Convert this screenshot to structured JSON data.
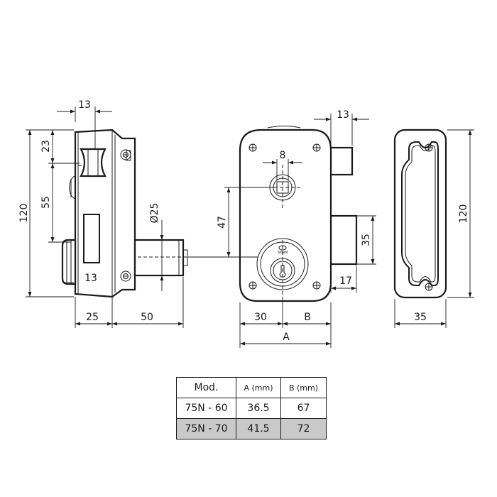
{
  "dimensions": {
    "side_top_width": "13",
    "side_upper_offset": "23",
    "side_bolt_spacing": "55",
    "overall_height": "120",
    "side_bolt_width": "13",
    "side_body_depth": "25",
    "side_cylinder_length": "50",
    "cylinder_diameter": "Ø25",
    "front_bolt_width": "13",
    "front_square_hole": "8",
    "front_axis_distance": "47",
    "front_deadbolt_height": "35",
    "front_deadbolt_width": "17",
    "front_left_offset": "30",
    "front_right_var": "B",
    "front_total_var": "A",
    "keeper_height": "120",
    "keeper_width": "35"
  },
  "cylinder_text": "SPAIN",
  "table": {
    "headers": [
      "Mod.",
      "A (mm)",
      "B (mm)"
    ],
    "rows": [
      [
        "75N - 60",
        "36.5",
        "67"
      ],
      [
        "75N - 70",
        "41.5",
        "72"
      ]
    ]
  }
}
